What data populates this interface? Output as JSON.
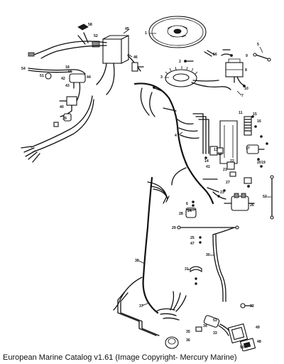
{
  "caption": "European Marine Catalog v1.61 (Image Copyright- Mercury Marine)",
  "callouts": [
    {
      "id": "c1",
      "n": "1"
    },
    {
      "id": "c2",
      "n": "2"
    },
    {
      "id": "c3",
      "n": "3"
    },
    {
      "id": "c4",
      "n": "4"
    },
    {
      "id": "c5",
      "n": "5"
    },
    {
      "id": "c6",
      "n": "6"
    },
    {
      "id": "c7",
      "n": "7"
    },
    {
      "id": "c8",
      "n": "8"
    },
    {
      "id": "c9",
      "n": "9"
    },
    {
      "id": "c10",
      "n": "10"
    },
    {
      "id": "c11",
      "n": "11"
    },
    {
      "id": "c12",
      "n": "12"
    },
    {
      "id": "c13",
      "n": "13"
    },
    {
      "id": "c14",
      "n": "14"
    },
    {
      "id": "c15",
      "n": "15"
    },
    {
      "id": "c16",
      "n": "16"
    },
    {
      "id": "c17",
      "n": "17"
    },
    {
      "id": "c18",
      "n": "18"
    },
    {
      "id": "c19",
      "n": "19"
    },
    {
      "id": "c20",
      "n": "20"
    },
    {
      "id": "c21",
      "n": "21"
    },
    {
      "id": "c22",
      "n": "22"
    },
    {
      "id": "c23",
      "n": "23"
    },
    {
      "id": "c24",
      "n": "24"
    },
    {
      "id": "c25",
      "n": "25"
    },
    {
      "id": "c26",
      "n": "26"
    },
    {
      "id": "c27",
      "n": "27"
    },
    {
      "id": "c28",
      "n": "28"
    },
    {
      "id": "c29",
      "n": "29"
    },
    {
      "id": "c30",
      "n": "30"
    },
    {
      "id": "c31",
      "n": "31"
    },
    {
      "id": "c32",
      "n": "32"
    },
    {
      "id": "c33",
      "n": "33"
    },
    {
      "id": "c34",
      "n": "34"
    },
    {
      "id": "c35",
      "n": "35"
    },
    {
      "id": "c36",
      "n": "36"
    },
    {
      "id": "c37",
      "n": "37"
    },
    {
      "id": "c38",
      "n": "38"
    },
    {
      "id": "c39",
      "n": "39"
    },
    {
      "id": "c40",
      "n": "40"
    },
    {
      "id": "c41",
      "n": "41"
    },
    {
      "id": "c42",
      "n": "42"
    },
    {
      "id": "c43",
      "n": "43"
    },
    {
      "id": "c44",
      "n": "44"
    },
    {
      "id": "c45",
      "n": "45"
    },
    {
      "id": "c46",
      "n": "46"
    },
    {
      "id": "c47",
      "n": "47"
    },
    {
      "id": "c48",
      "n": "48"
    },
    {
      "id": "c49",
      "n": "49"
    },
    {
      "id": "c50",
      "n": "50"
    },
    {
      "id": "c51",
      "n": "51"
    },
    {
      "id": "c52",
      "n": "52"
    },
    {
      "id": "c53",
      "n": "53"
    },
    {
      "id": "c54",
      "n": "54"
    },
    {
      "id": "c55",
      "n": "55"
    },
    {
      "id": "c56",
      "n": "56"
    },
    {
      "id": "c57",
      "n": "57"
    },
    {
      "id": "c58",
      "n": "58"
    }
  ]
}
